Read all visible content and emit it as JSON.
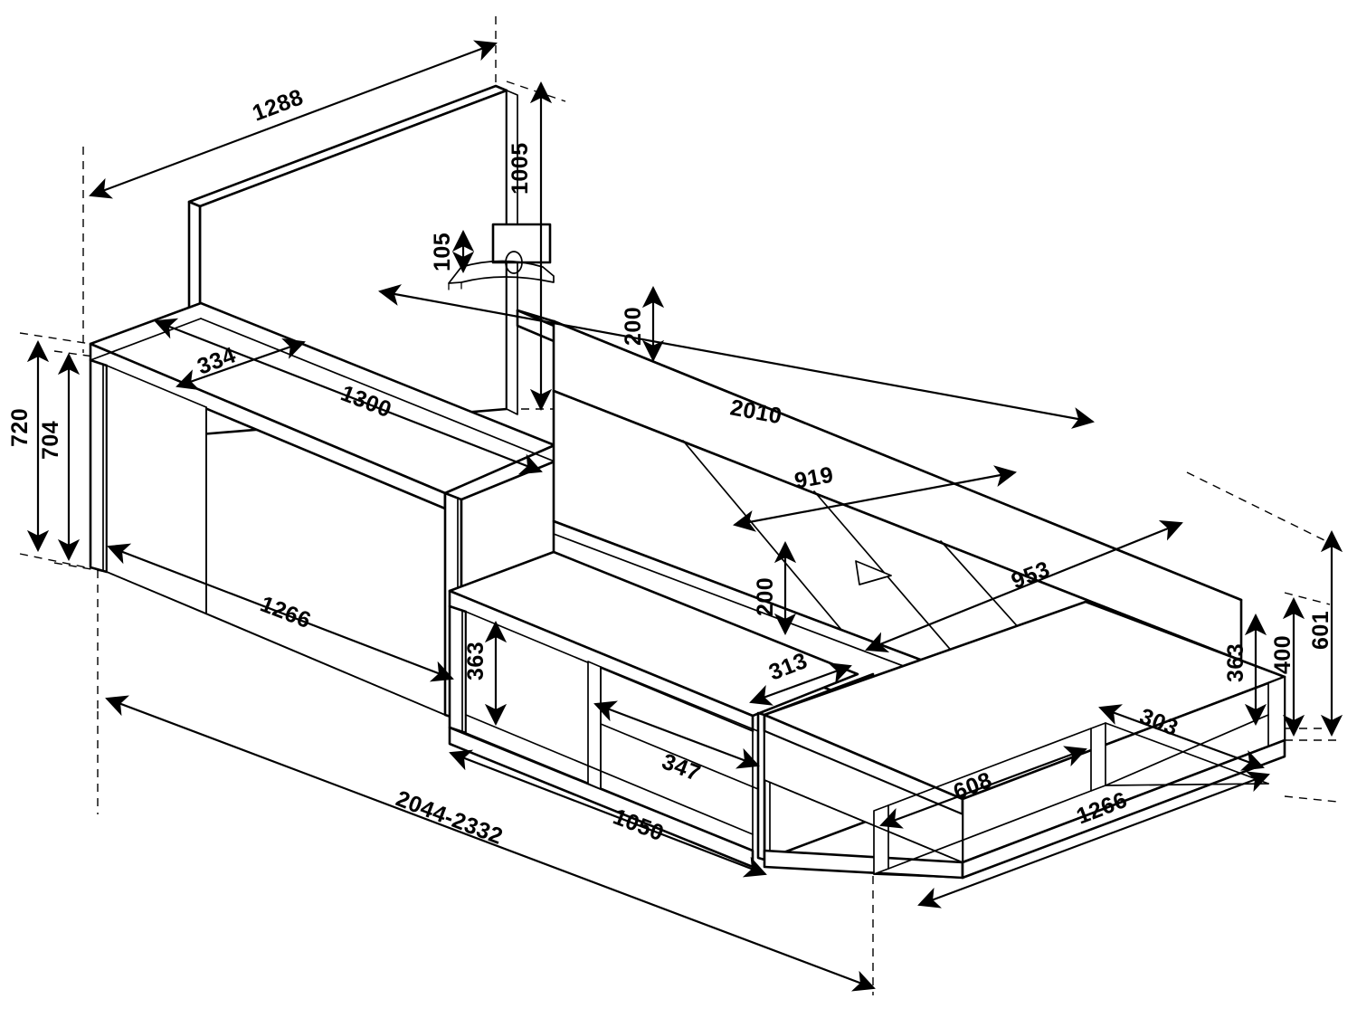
{
  "drawing": {
    "title": "Single bed with integrated desk, headboard panel and storage cubbies",
    "projection": "isometric",
    "units": "mm",
    "line_color": "#000000",
    "background_color": "#ffffff"
  },
  "dimensions": {
    "headboard_top_length": "1288",
    "headboard_height": "1005",
    "hook_shelf_height": "105",
    "desk_top_depth": "334",
    "desk_top_length": "1300",
    "desk_height_total": "720",
    "desk_height_inner": "704",
    "desk_base_length": "1266",
    "side_rail_height_upper": "200",
    "bed_inner_length": "2010",
    "bed_inner_width": "919",
    "side_rail_height_lower": "200",
    "bed_side_outer": "953",
    "step_depth": "313",
    "cubby_height_left": "363",
    "cubby_width_left": "347",
    "cubby_run_left": "1050",
    "overall_length_range": "2044-2332",
    "cubby_height_right": "363",
    "cubby_width_right_inner": "303",
    "cubby_width_right": "608",
    "footboard_run": "1266",
    "footboard_height_total": "601",
    "footboard_height_inner": "400"
  },
  "labels": [
    {
      "id": "d1288",
      "value": "1288",
      "part": "headboard top edge"
    },
    {
      "id": "d1005",
      "value": "1005",
      "part": "headboard overall height"
    },
    {
      "id": "d105",
      "value": "105",
      "part": "hook shelf height"
    },
    {
      "id": "d334",
      "value": "334",
      "part": "desk top depth"
    },
    {
      "id": "d1300",
      "value": "1300",
      "part": "desk top length"
    },
    {
      "id": "d720",
      "value": "720",
      "part": "desk overall height"
    },
    {
      "id": "d704",
      "value": "704",
      "part": "desk inner height"
    },
    {
      "id": "d1266a",
      "value": "1266",
      "part": "desk base length"
    },
    {
      "id": "d200a",
      "value": "200",
      "part": "upper side rail height"
    },
    {
      "id": "d2010",
      "value": "2010",
      "part": "bed inner length"
    },
    {
      "id": "d919",
      "value": "919",
      "part": "bed inner width"
    },
    {
      "id": "d200b",
      "value": "200",
      "part": "lower side rail height"
    },
    {
      "id": "d953",
      "value": "953",
      "part": "bed side outer length"
    },
    {
      "id": "d313",
      "value": "313",
      "part": "step depth"
    },
    {
      "id": "d363a",
      "value": "363",
      "part": "left cubby height"
    },
    {
      "id": "d347",
      "value": "347",
      "part": "left cubby width"
    },
    {
      "id": "d1050",
      "value": "1050",
      "part": "left cubby run"
    },
    {
      "id": "drange",
      "value": "2044-2332",
      "part": "overall length range"
    },
    {
      "id": "d363b",
      "value": "363",
      "part": "right cubby height"
    },
    {
      "id": "d303",
      "value": "303",
      "part": "right cubby inner width"
    },
    {
      "id": "d608",
      "value": "608",
      "part": "right cubby width"
    },
    {
      "id": "d1266b",
      "value": "1266",
      "part": "footboard run"
    },
    {
      "id": "d601",
      "value": "601",
      "part": "footboard overall height"
    },
    {
      "id": "d400",
      "value": "400",
      "part": "footboard inner height"
    }
  ]
}
